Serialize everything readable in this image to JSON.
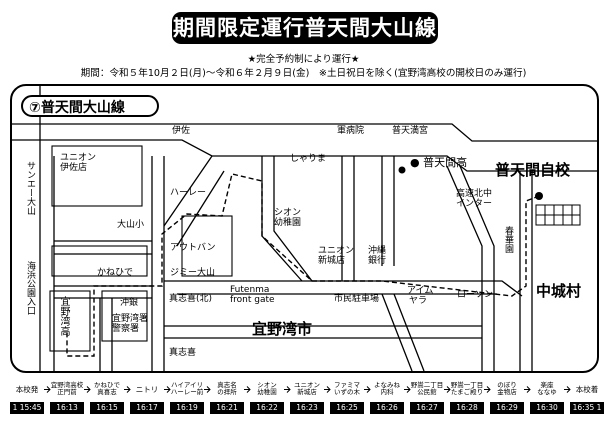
{
  "title": "期間限定運行普天間大山線",
  "notice": "★完全予約制により運行★",
  "period": "期間：令和５年10月２日(月)～令和６年２月９日(金)　※土日祝日を除く(宜野湾高校の開校日のみ運行)",
  "map": {
    "route_label": "⑦普天間大山線",
    "labels": {
      "iha": "伊佐",
      "gunbyoin": "軍病院",
      "futenma_wan": "普天満宮",
      "futenma_high": "● 普天間高",
      "futenma_school": "普天間自校",
      "kosoku_ic_1": "高速北中",
      "kosoku_ic_2": "インター",
      "shiramma": "しゃりま",
      "union_iha_1": "ユニオン",
      "union_iha_2": "伊佐店",
      "harley": "ハーレー",
      "oyama_elem": "大山小",
      "sion_1": "シオン",
      "sion_2": "幼稚園",
      "union_shinjo_1": "ユニオン",
      "union_shinjo_2": "新城店",
      "okinawa_bank_1": "沖縄",
      "okinawa_bank_2": "銀行",
      "awtown": "アウトバン",
      "kanahide": "かねひで",
      "jimmy": "ジミー大山",
      "okigin": "沖銀",
      "police_1": "宜野湾署",
      "police_2": "警察署",
      "ginowan_high": "宜野湾高",
      "futenma_gate_1": "Futenma",
      "futenma_gate_2": "front gate",
      "mashikiki_kita": "真志喜(北)",
      "mashikiki": "真志喜",
      "shimin_parking": "市民駐車場",
      "aimu_1": "アイム",
      "aimu_2": "ヤラ",
      "lawson": "ローソン",
      "shunkaen": "春華園",
      "nakagusuku": "中城村",
      "ginowan_city": "宜野湾市",
      "sun_e": "サンエー大山",
      "kaihin_park": "海浜公園入口"
    }
  },
  "schedule": [
    {
      "name": "本校発",
      "time": "1 15:45",
      "fs": 1
    },
    {
      "name": "宜野湾高校\n正門前",
      "time": "16:13"
    },
    {
      "name": "かねひで\n真喜志",
      "time": "16:15"
    },
    {
      "name": "ニトリ",
      "time": "16:17",
      "fs": 1
    },
    {
      "name": "ハイアイリ\nハーレー前",
      "time": "16:19"
    },
    {
      "name": "真志名\nの拝所",
      "time": "16:21"
    },
    {
      "name": "シオン\n幼稚園",
      "time": "16:22"
    },
    {
      "name": "ユニオン\n新城店",
      "time": "16:23"
    },
    {
      "name": "ファミマ\nいずの木",
      "time": "16:25"
    },
    {
      "name": "よなみね\n内科",
      "time": "16:26"
    },
    {
      "name": "野嵩二丁目\n公民館",
      "time": "16:27"
    },
    {
      "name": "野嵩一丁目\nたまご殿り",
      "time": "16:28"
    },
    {
      "name": "のぼり\n金物店",
      "time": "16:29"
    },
    {
      "name": "楽座\nななゆ",
      "time": "16:30"
    },
    {
      "name": "本校着",
      "time": "16:35 1",
      "fs": 1
    }
  ]
}
